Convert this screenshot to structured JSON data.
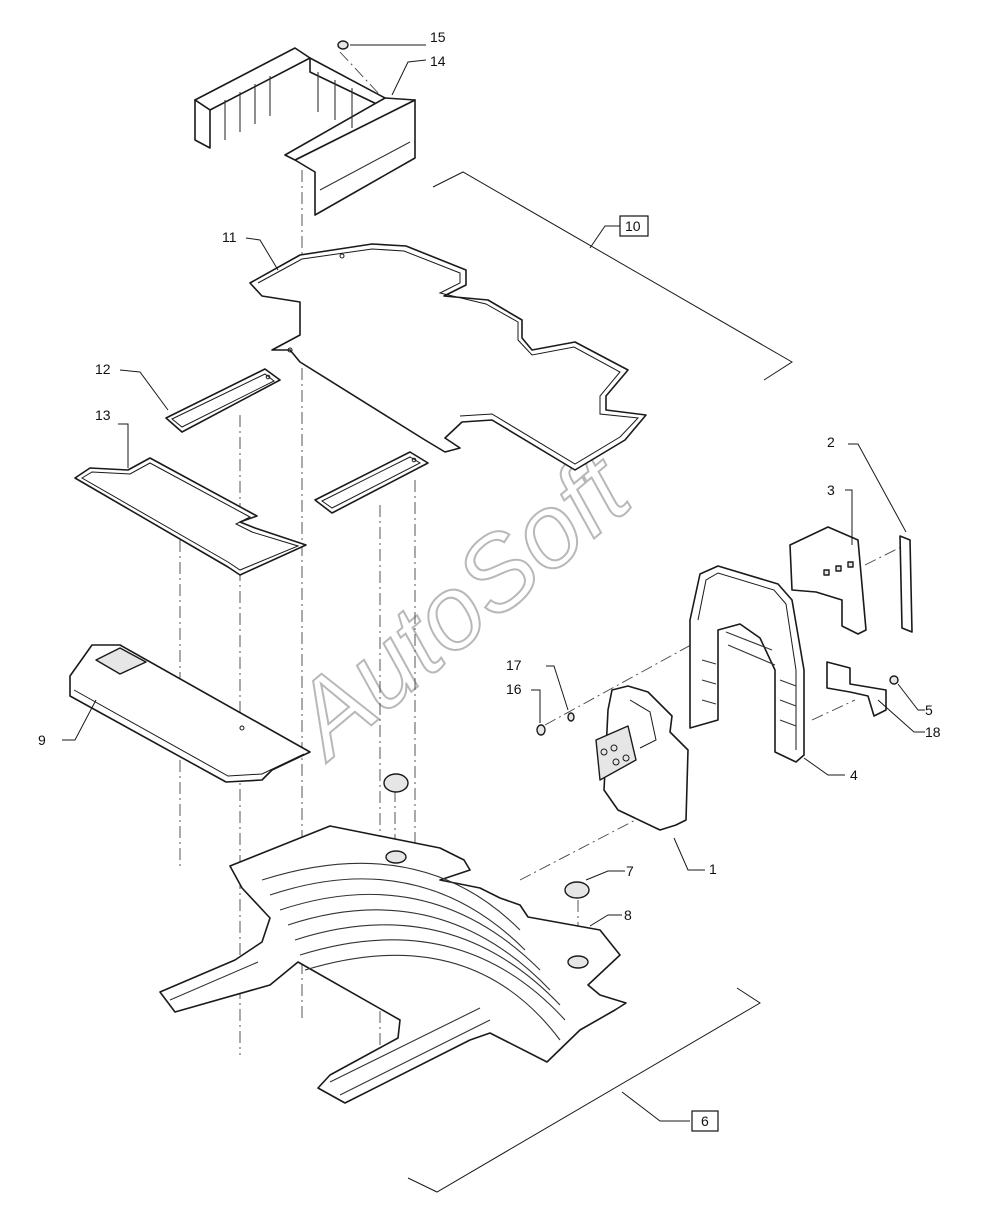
{
  "watermark": "AutoSoft",
  "callouts": {
    "c1": "1",
    "c2": "2",
    "c3": "3",
    "c4": "4",
    "c5": "5",
    "c6": "6",
    "c7": "7",
    "c8": "8",
    "c9": "9",
    "c10": "10",
    "c11": "11",
    "c12": "12",
    "c13": "13",
    "c14": "14",
    "c15": "15",
    "c16": "16",
    "c17": "17",
    "c18": "18"
  }
}
